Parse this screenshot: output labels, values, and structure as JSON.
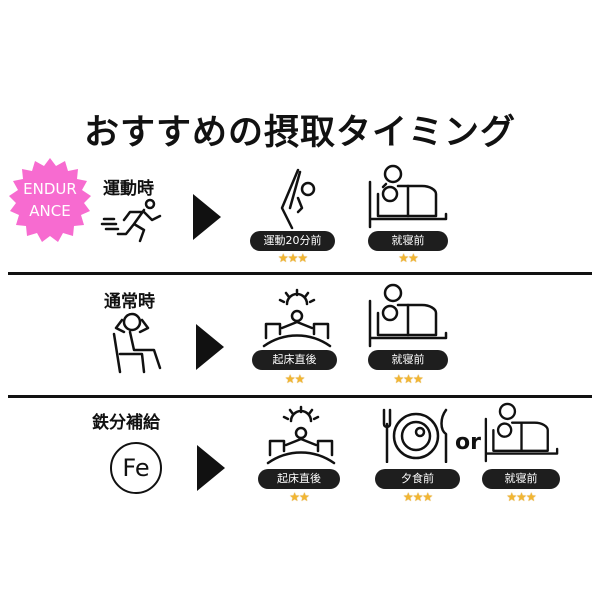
{
  "title": "おすすめの摂取タイミング",
  "badge": {
    "line1": "ENDUR",
    "line2": "ANCE",
    "color": "#f76bd0"
  },
  "rows": [
    {
      "label": "運動時",
      "icon": "runner-icon",
      "timings": [
        {
          "label": "運動20分前",
          "stars": "★★★",
          "icon": "stretch-icon"
        },
        {
          "label": "就寝前",
          "stars": "★★",
          "icon": "sleep-icon"
        }
      ]
    },
    {
      "label": "通常時",
      "icon": "relax-chair-icon",
      "timings": [
        {
          "label": "起床直後",
          "stars": "★★",
          "icon": "wake-up-icon"
        },
        {
          "label": "就寝前",
          "stars": "★★★",
          "icon": "sleep-icon"
        }
      ]
    },
    {
      "label": "鉄分補給",
      "icon": "fe-icon",
      "fe": "Fe",
      "or": "or",
      "timings": [
        {
          "label": "起床直後",
          "stars": "★★",
          "icon": "wake-up-icon"
        },
        {
          "label": "夕食前",
          "stars": "★★★",
          "icon": "dinner-icon"
        },
        {
          "label": "就寝前",
          "stars": "★★★",
          "icon": "sleep-icon"
        }
      ]
    }
  ]
}
